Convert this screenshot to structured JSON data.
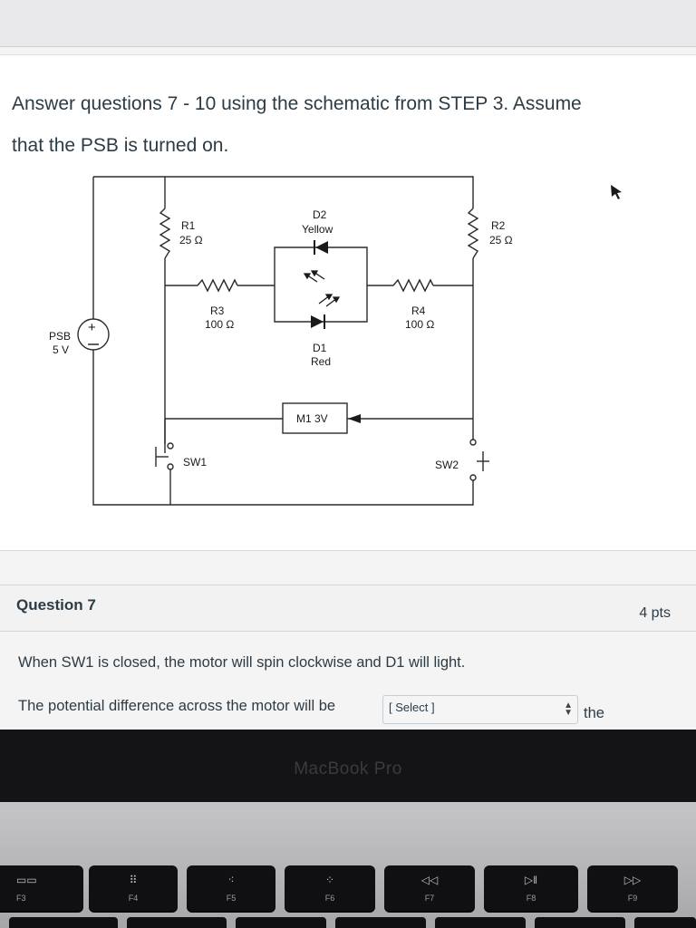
{
  "intro": {
    "line1": "Answer questions 7 - 10 using the schematic from STEP 3. Assume",
    "line2": "that the PSB is turned on."
  },
  "schematic": {
    "r1": {
      "name": "R1",
      "value": "25 Ω"
    },
    "r2": {
      "name": "R2",
      "value": "25 Ω"
    },
    "r3": {
      "name": "R3",
      "value": "100 Ω"
    },
    "r4": {
      "name": "R4",
      "value": "100 Ω"
    },
    "d2": {
      "name": "D2",
      "color": "Yellow"
    },
    "d1": {
      "name": "D1",
      "color": "Red"
    },
    "motor": "M1 3V",
    "psb": {
      "name": "PSB",
      "voltage": "5 V"
    },
    "sw1": "SW1",
    "sw2": "SW2",
    "wire_color": "#2b2b2b"
  },
  "question": {
    "title": "Question 7",
    "points": "4 pts",
    "statement": "When SW1 is closed, the motor will spin clockwise and D1 will light.",
    "prompt_before": "The potential difference across the motor will be",
    "select_value": "[ Select ]",
    "prompt_after": "the"
  },
  "device": {
    "brand_label": "MacBook Pro",
    "keys": [
      {
        "label": "F3",
        "icon": "mission-control-icon"
      },
      {
        "label": "F4",
        "icon": "launchpad-icon"
      },
      {
        "label": "F5",
        "icon": "keyboard-brightness-down-icon"
      },
      {
        "label": "F6",
        "icon": "keyboard-brightness-up-icon"
      },
      {
        "label": "F7",
        "icon": "rewind-icon"
      },
      {
        "label": "F8",
        "icon": "play-pause-icon"
      },
      {
        "label": "F9",
        "icon": "fast-forward-icon"
      }
    ]
  }
}
